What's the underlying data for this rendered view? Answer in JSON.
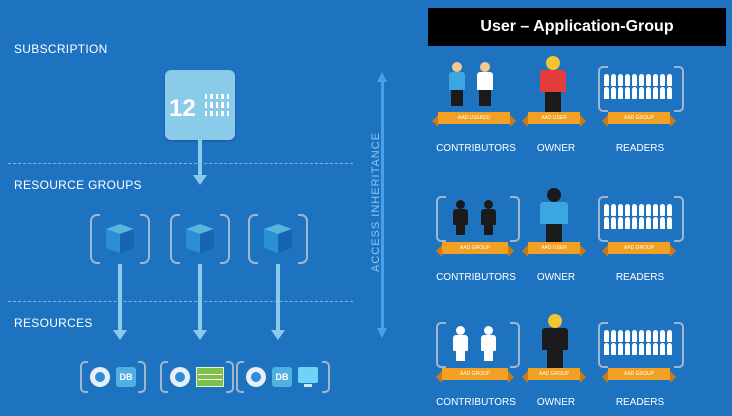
{
  "levels": {
    "subscription": "SUBSCRIPTION",
    "resource_groups": "RESOURCE GROUPS",
    "resources": "RESOURCES"
  },
  "subscription_icon": {
    "number": "12",
    "icon": "subscription-icon"
  },
  "access_inheritance": "ACCESS INHERITANCE",
  "title": "User – Application-Group",
  "rows": [
    {
      "contributors": {
        "label": "CONTRIBUTORS",
        "badge": "AAD USER(S)"
      },
      "owner": {
        "label": "OWNER",
        "badge": "AAD USER"
      },
      "readers": {
        "label": "READERS",
        "badge": "AAD GROUP"
      }
    },
    {
      "contributors": {
        "label": "CONTRIBUTORS",
        "badge": "AAD GROUP"
      },
      "owner": {
        "label": "OWNER",
        "badge": "AAD USER"
      },
      "readers": {
        "label": "READERS",
        "badge": "AAD GROUP"
      }
    },
    {
      "contributors": {
        "label": "CONTRIBUTORS",
        "badge": "AAD GROUP"
      },
      "owner": {
        "label": "OWNER",
        "badge": "AAD GROUP"
      },
      "readers": {
        "label": "READERS",
        "badge": "AAD GROUP"
      }
    }
  ],
  "resource_icons": {
    "db_label": "DB",
    "group1": [
      "web-app-icon",
      "database-icon"
    ],
    "group2": [
      "web-app-icon",
      "table-storage-icon"
    ],
    "group3": [
      "web-app-icon",
      "database-icon",
      "virtual-machine-icon"
    ]
  },
  "colors": {
    "background": "#1e73c1",
    "accent": "#f2a024",
    "light_blue": "#8bcbea"
  }
}
